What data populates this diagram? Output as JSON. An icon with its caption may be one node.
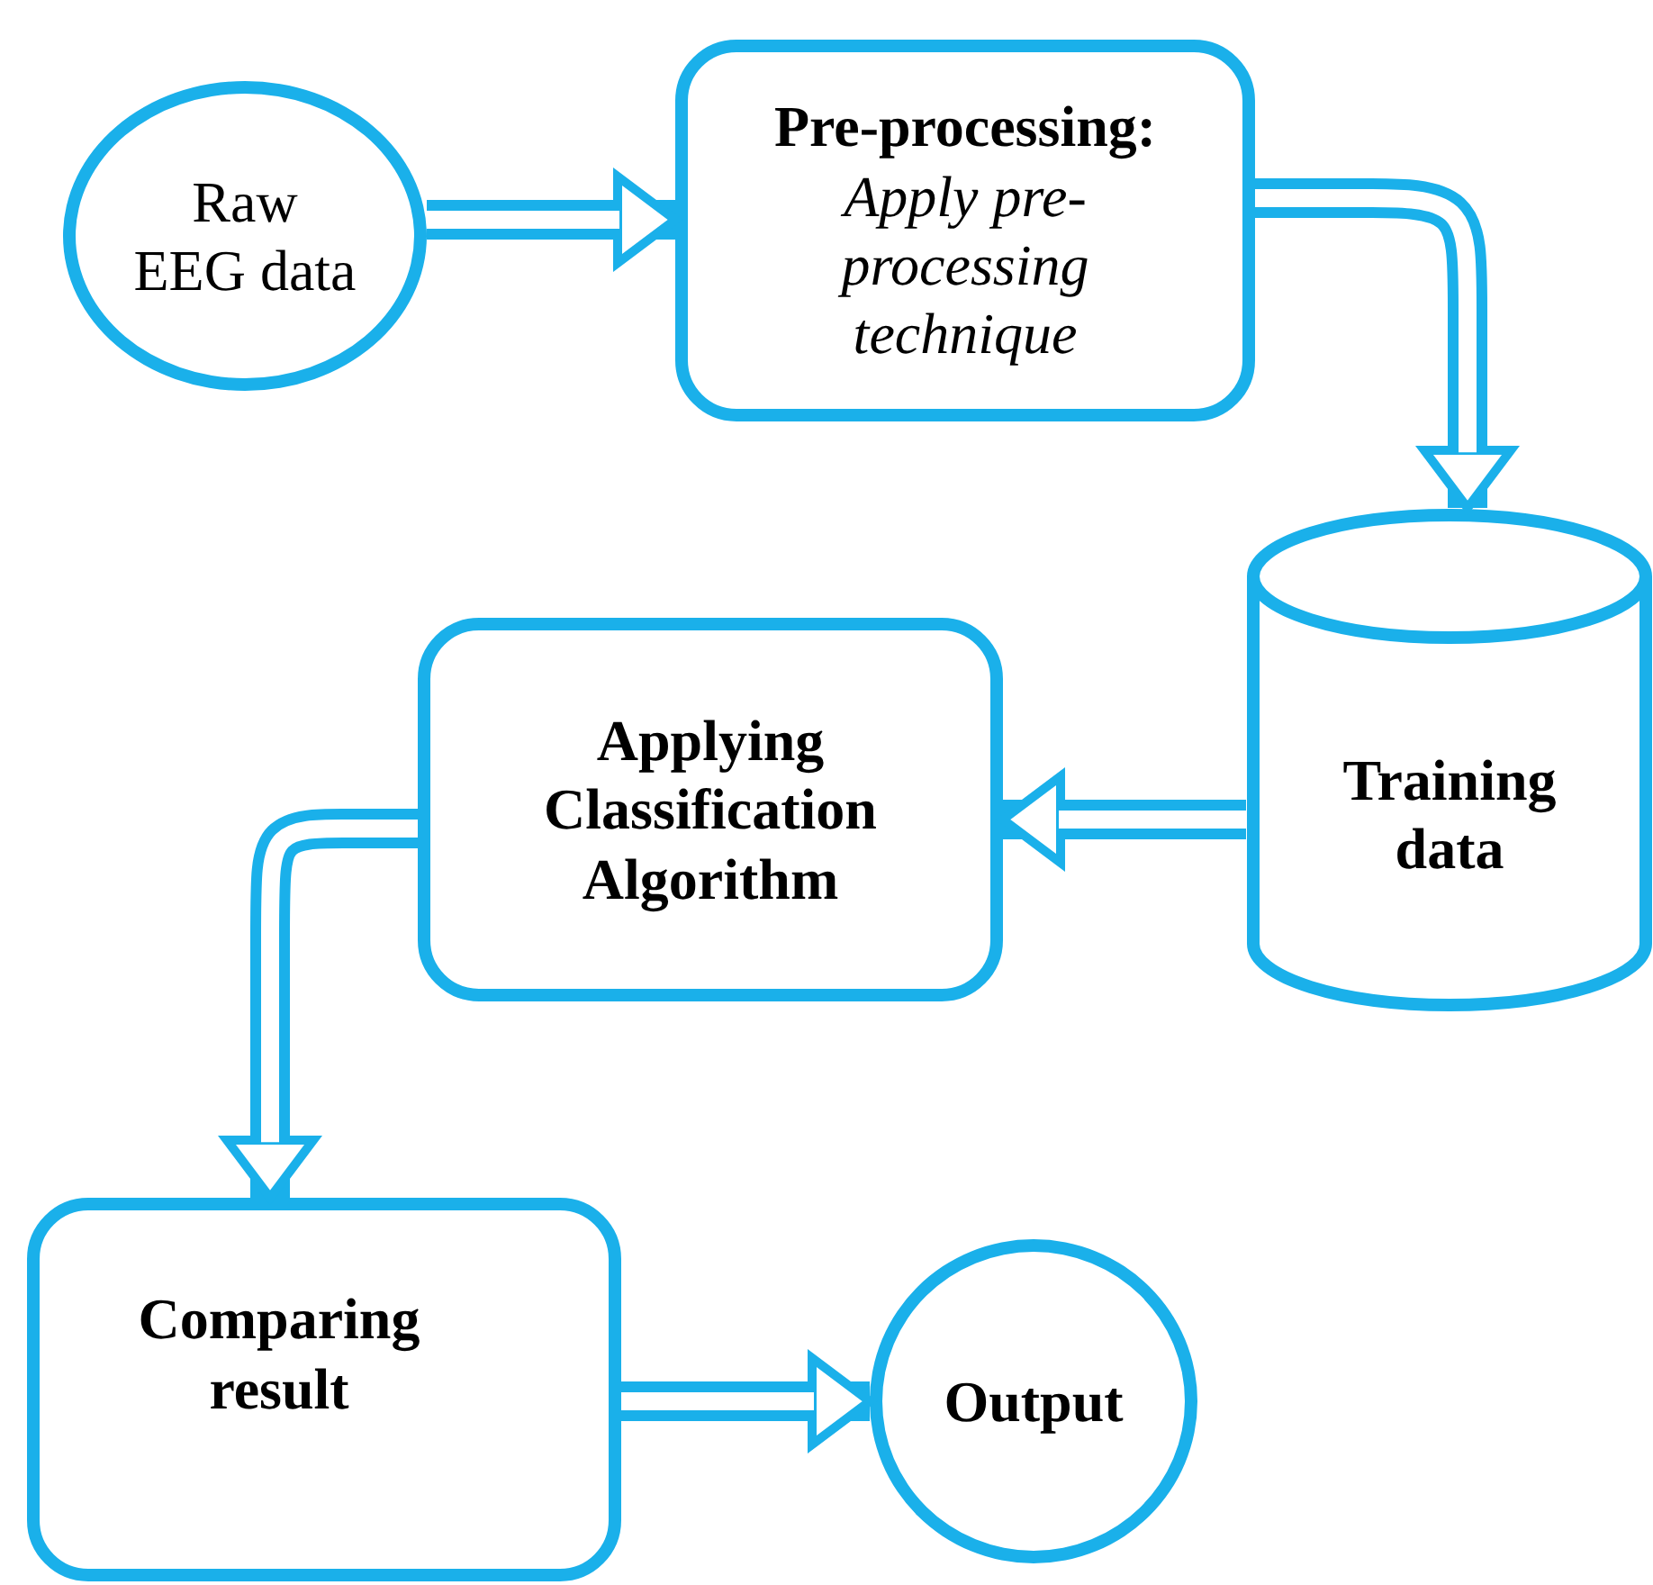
{
  "diagram": {
    "nodes": [
      {
        "text": [
          "Raw EEG data"
        ]
      },
      {
        "text": [
          "Pre-processing:",
          "Apply pre-processing technique"
        ]
      },
      {
        "text": [
          "Training data"
        ]
      },
      {
        "text": [
          "Applying Classification Algorithm"
        ]
      },
      {
        "text": [
          "Comparing result"
        ]
      },
      {
        "text": [
          "Output"
        ]
      }
    ],
    "edges": [
      {
        "from": 0,
        "to": 1,
        "arrow": "to"
      },
      {
        "from": 1,
        "to": 2,
        "arrow": "to"
      },
      {
        "from": 2,
        "to": 3,
        "arrow": "to"
      },
      {
        "from": 3,
        "to": 4,
        "arrow": "to"
      },
      {
        "from": 4,
        "to": 5,
        "arrow": "to"
      }
    ]
  }
}
